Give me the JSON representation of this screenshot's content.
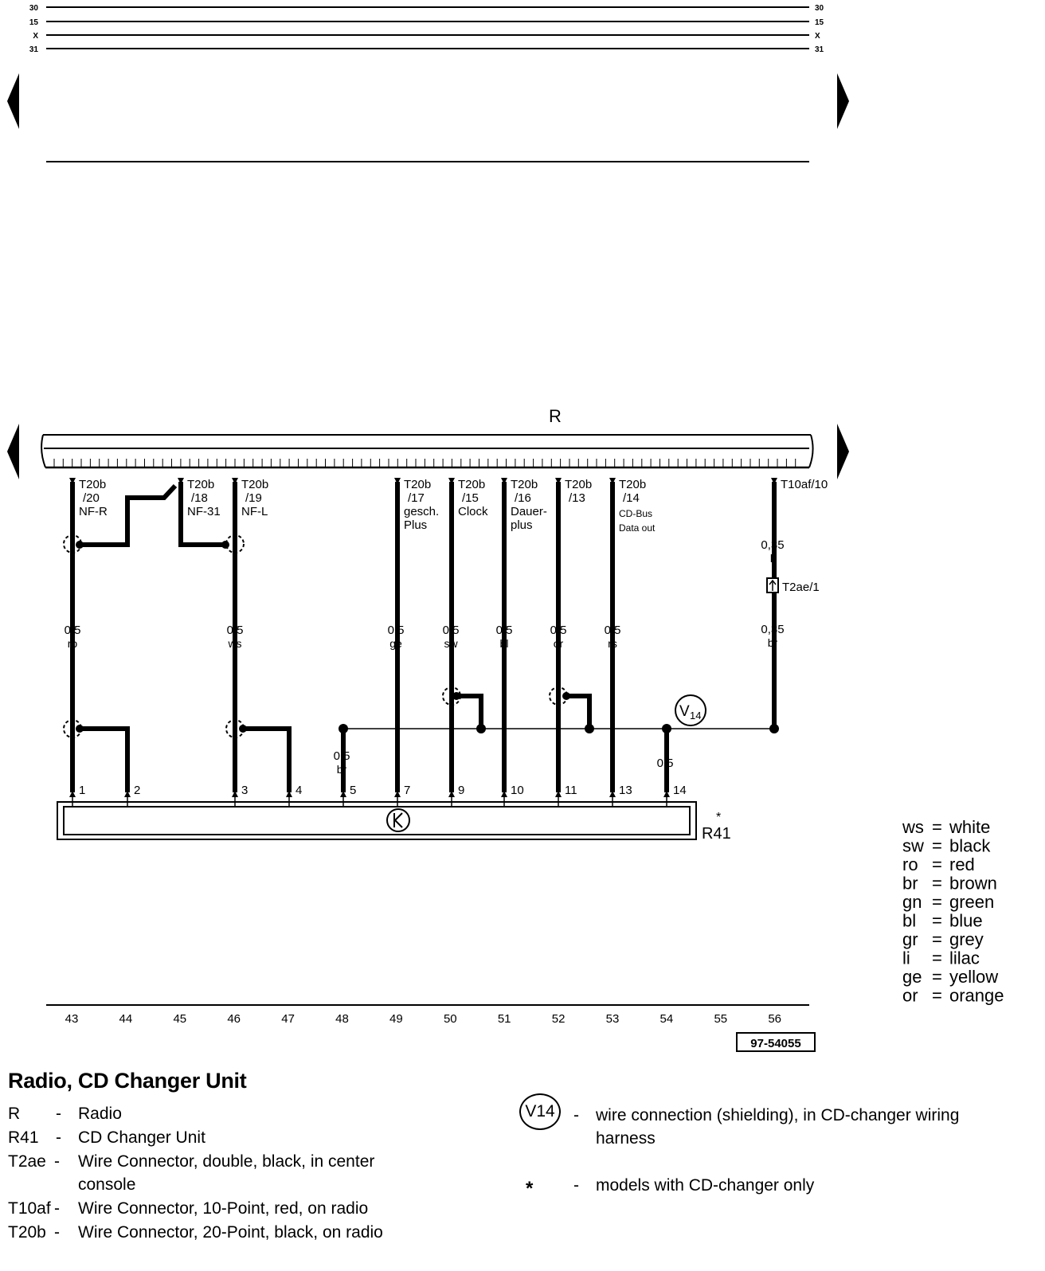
{
  "bus_lines": [
    {
      "label": "30"
    },
    {
      "label": "15"
    },
    {
      "label": "X"
    },
    {
      "label": "31"
    }
  ],
  "component_radio": "R",
  "component_cd_changer": "R41",
  "asterisk": "*",
  "shield_connection": {
    "label": "V",
    "sub": "14"
  },
  "connector_t2ae": "T2ae/1",
  "radio_pins": [
    {
      "lines": [
        "T20b",
        "/20",
        "NF-R"
      ]
    },
    {
      "lines": [
        "T20b",
        "/18",
        "NF-31"
      ]
    },
    {
      "lines": [
        "T20b",
        "/19",
        "NF-L"
      ]
    },
    {
      "lines": [
        "T20b",
        "/17",
        "gesch.",
        "Plus"
      ]
    },
    {
      "lines": [
        "T20b",
        "/15",
        "Clock"
      ]
    },
    {
      "lines": [
        "T20b",
        "/16",
        "Dauer-",
        "plus"
      ]
    },
    {
      "lines": [
        "T20b",
        "/13"
      ]
    },
    {
      "lines": [
        "T20b",
        "/14",
        "CD-Bus",
        "Data out"
      ]
    },
    {
      "lines": [
        "T10af/10"
      ]
    }
  ],
  "wire_labels": [
    {
      "size": "0,5",
      "color": "ro"
    },
    {
      "size": "0,5",
      "color": "ws"
    },
    {
      "size": "0,5",
      "color": "br"
    },
    {
      "size": "0,5",
      "color": "ge"
    },
    {
      "size": "0,5",
      "color": "sw"
    },
    {
      "size": "0,5",
      "color": "bl"
    },
    {
      "size": "0,5",
      "color": "or"
    },
    {
      "size": "0,5",
      "color": "rs"
    },
    {
      "size": "0,5",
      "color": ""
    },
    {
      "size": "0,35",
      "color": "li"
    },
    {
      "size": "0,35",
      "color": "br"
    }
  ],
  "cd_pins": [
    "1",
    "2",
    "3",
    "4",
    "5",
    "7",
    "9",
    "10",
    "11",
    "13",
    "14"
  ],
  "columns": [
    "43",
    "44",
    "45",
    "46",
    "47",
    "48",
    "49",
    "50",
    "51",
    "52",
    "53",
    "54",
    "55",
    "56"
  ],
  "figure_id": "97-54055",
  "color_legend": [
    {
      "code": "ws",
      "name": "white"
    },
    {
      "code": "sw",
      "name": "black"
    },
    {
      "code": "ro",
      "name": "red"
    },
    {
      "code": "br",
      "name": "brown"
    },
    {
      "code": "gn",
      "name": "green"
    },
    {
      "code": "bl",
      "name": "blue"
    },
    {
      "code": "gr",
      "name": "grey"
    },
    {
      "code": "li",
      "name": "lilac"
    },
    {
      "code": "ge",
      "name": "yellow"
    },
    {
      "code": "or",
      "name": "orange"
    }
  ],
  "title": "Radio, CD Changer Unit",
  "legend_left": [
    {
      "code": "R",
      "dash": "-",
      "desc": "Radio"
    },
    {
      "code": "R41",
      "dash": "-",
      "desc": "CD Changer Unit"
    },
    {
      "code": "T2ae",
      "dash": "-",
      "desc": "Wire Connector, double, black, in center console"
    },
    {
      "code": "T10af",
      "dash": "-",
      "desc": "Wire Connector, 10-Point, red, on radio"
    },
    {
      "code": "T20b",
      "dash": "-",
      "desc": "Wire Connector, 20-Point, black, on radio"
    }
  ],
  "legend_right": [
    {
      "symbol": "V14",
      "dash": "-",
      "desc": "wire connection (shielding), in CD-changer wiring harness"
    },
    {
      "symbol": "*",
      "dash": "-",
      "desc": "models with CD-changer only"
    }
  ]
}
